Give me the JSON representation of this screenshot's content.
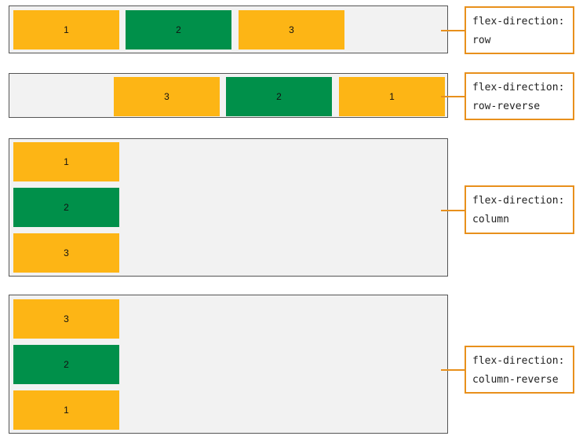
{
  "colors": {
    "orange": "#FDB515",
    "green": "#00904A",
    "accent": "#E8901C",
    "panel_bg": "#f2f2f2"
  },
  "examples": [
    {
      "direction": "row",
      "label_line1": "flex-direction:",
      "label_line2": "row",
      "items": [
        "1",
        "2",
        "3"
      ]
    },
    {
      "direction": "row-reverse",
      "label_line1": "flex-direction:",
      "label_line2": "row-reverse",
      "items": [
        "3",
        "2",
        "1"
      ]
    },
    {
      "direction": "column",
      "label_line1": "flex-direction:",
      "label_line2": "column",
      "items": [
        "1",
        "2",
        "3"
      ]
    },
    {
      "direction": "column-reverse",
      "label_line1": "flex-direction:",
      "label_line2": "column-reverse",
      "items": [
        "3",
        "2",
        "1"
      ]
    }
  ]
}
